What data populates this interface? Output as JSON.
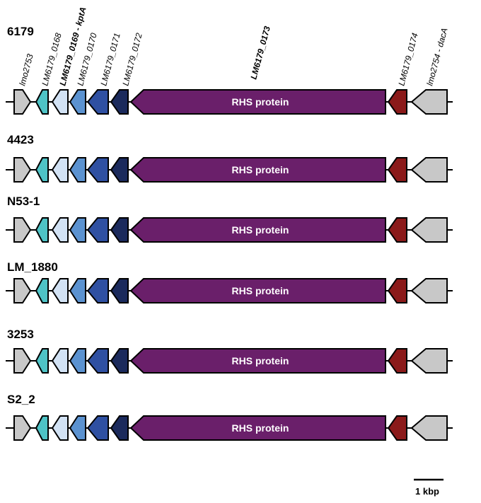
{
  "gene_labels": [
    {
      "text": "lmo2753",
      "bold": false
    },
    {
      "text": "LM6179_0168",
      "bold": false
    },
    {
      "text": "LM6179_0169 - kptA",
      "bold": true
    },
    {
      "text": "LM6179_0170",
      "bold": false
    },
    {
      "text": "LM6179_0171",
      "bold": false
    },
    {
      "text": "LM6179_0172",
      "bold": false
    },
    {
      "text": "LM6179_0173",
      "bold": true
    },
    {
      "text": "LM6179_0174",
      "bold": false
    },
    {
      "text": "lmo2754 - dacA",
      "bold": false
    }
  ],
  "strains": [
    "6179",
    "4423",
    "N53-1",
    "LM_1880",
    "3253",
    "S2_2"
  ],
  "rhs_label": "RHS protein",
  "scale_bar": {
    "label": "1 kbp"
  },
  "colors": {
    "lmo2753": "#c8c8c8",
    "LM6179_0168": "#4ec3c6",
    "LM6179_0169": "#d2e2f4",
    "LM6179_0170": "#5b92d0",
    "LM6179_0171": "#2f50a2",
    "LM6179_0172": "#1b2a5c",
    "LM6179_0173": "#6a1f6a",
    "LM6179_0174": "#8b1a1a",
    "lmo2754": "#c8c8c8"
  }
}
